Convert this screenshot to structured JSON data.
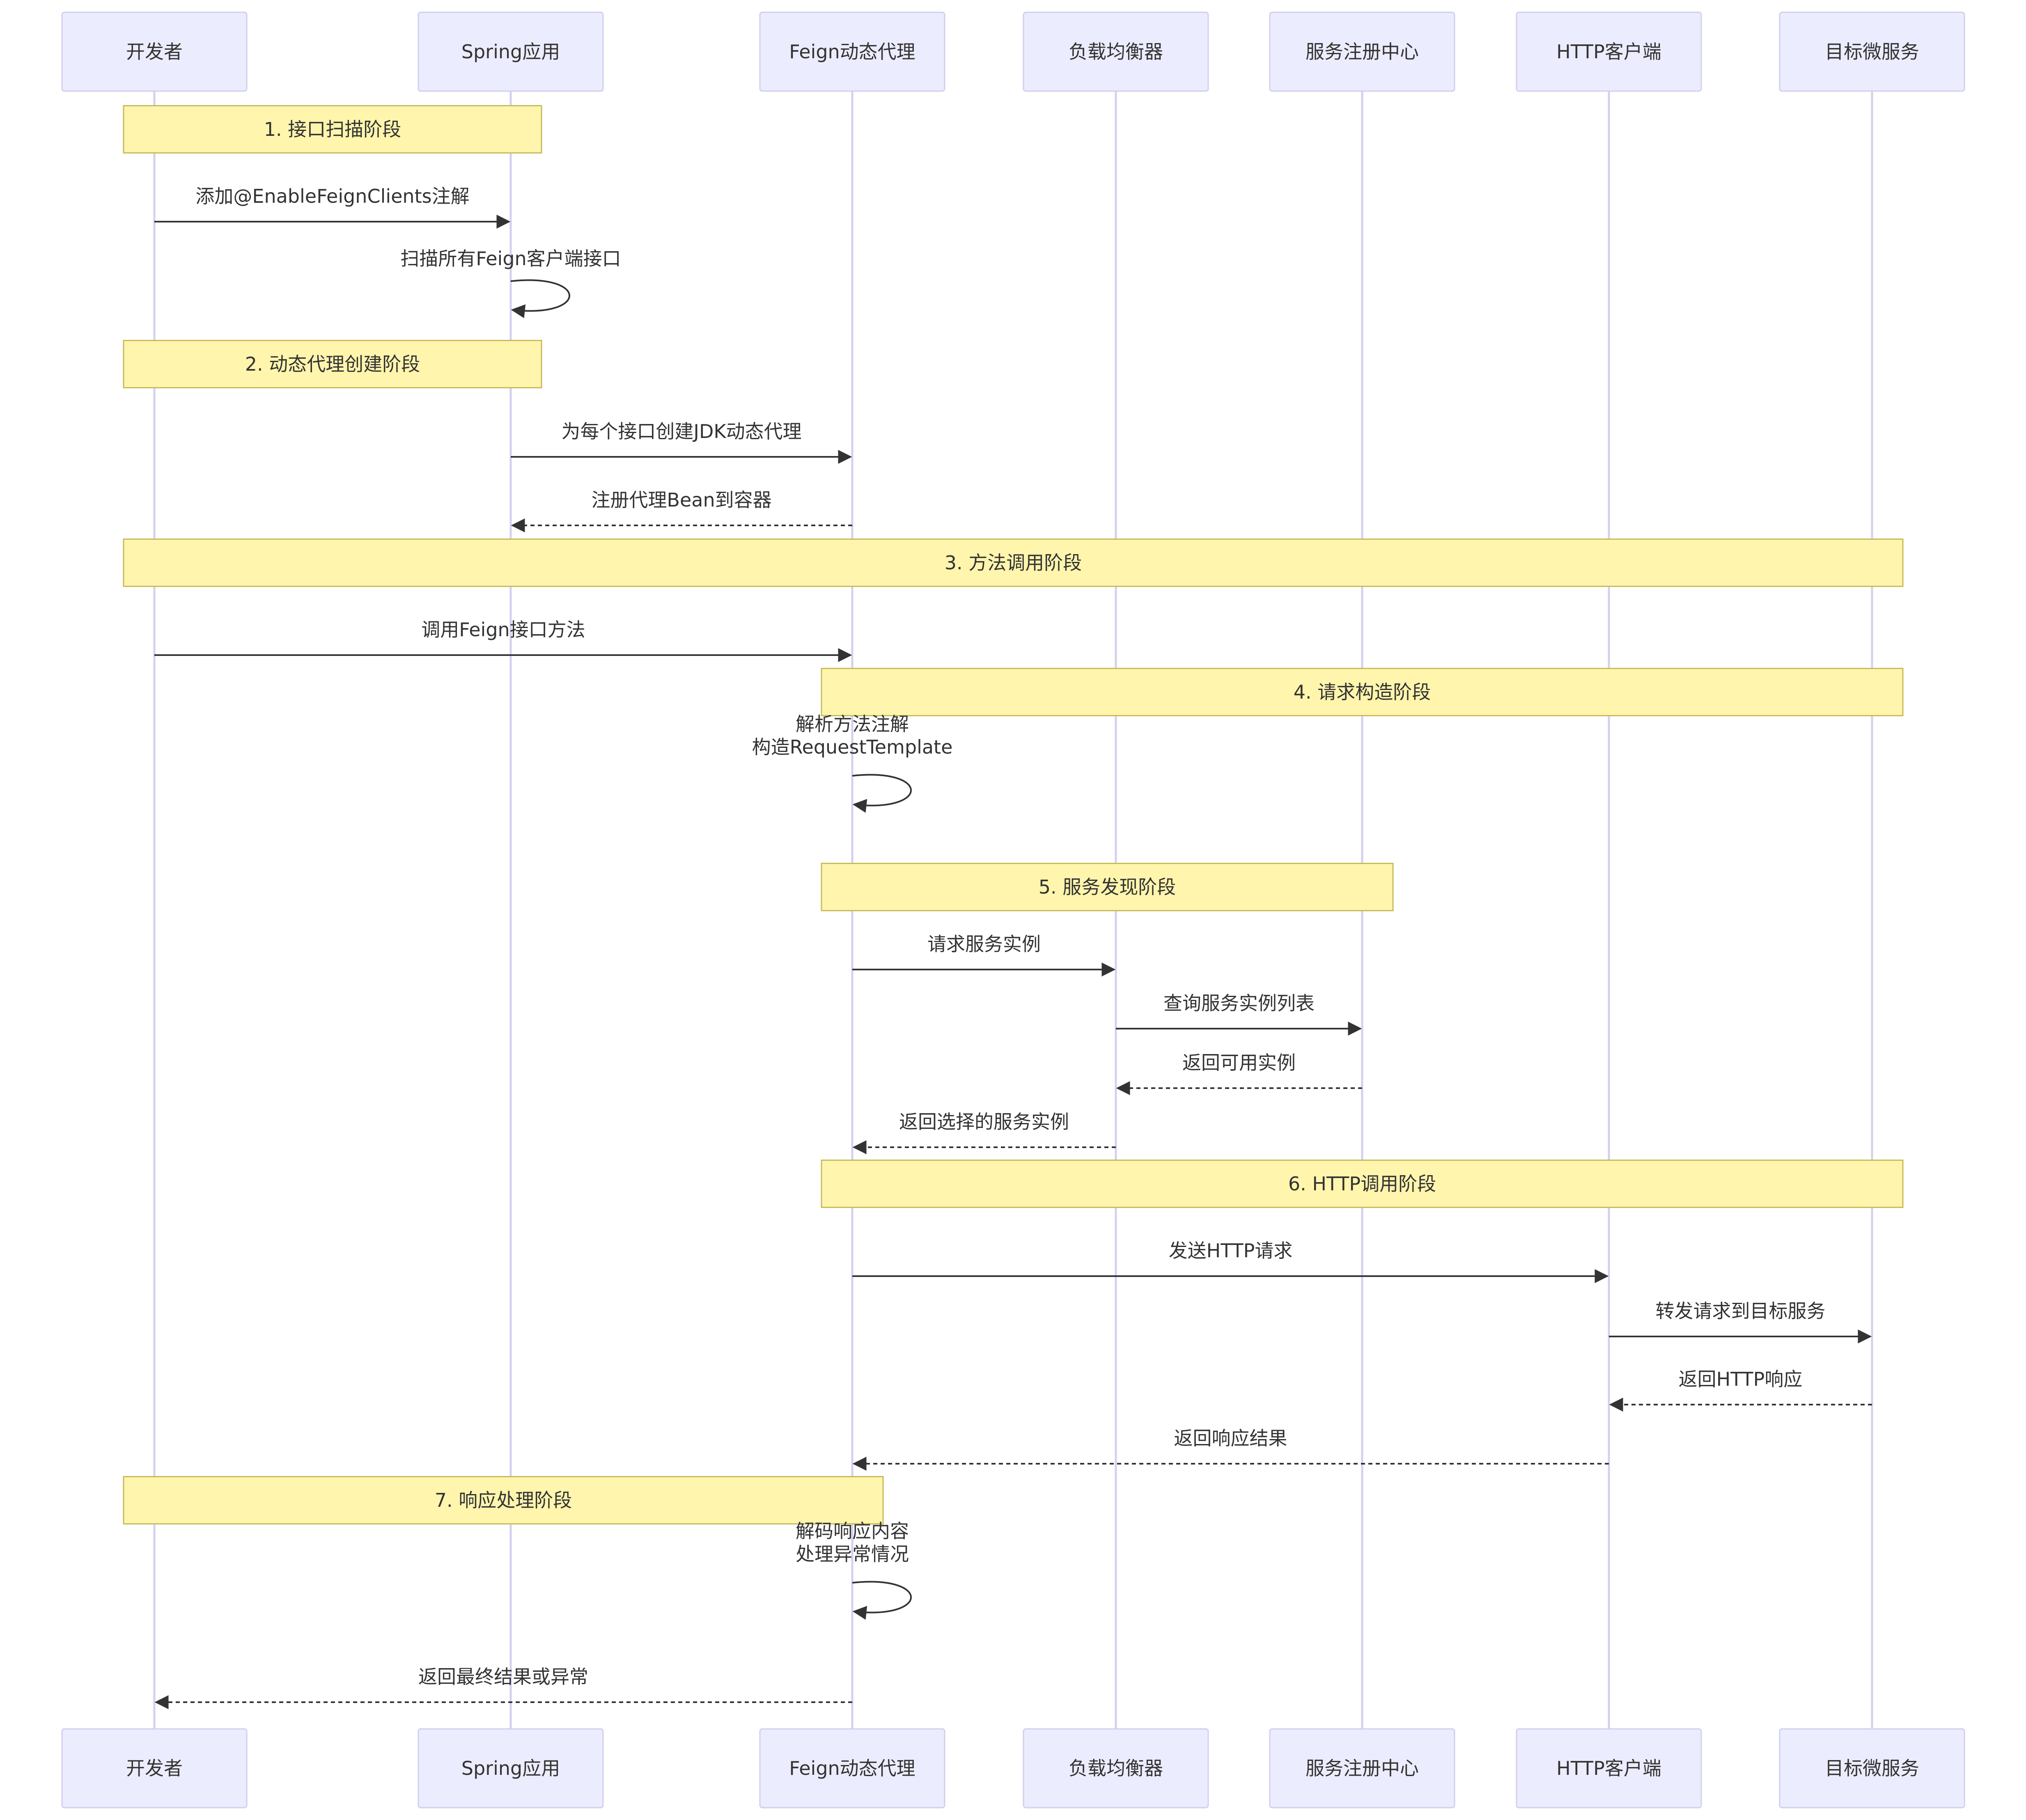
{
  "diagram": {
    "type": "sequence",
    "colors": {
      "actor_fill": "#ececff",
      "actor_stroke": "#cfcfee",
      "lifeline": "#d3d0ee",
      "note_fill": "#fff5ad",
      "note_stroke": "#c7bb5a",
      "arrow": "#333333",
      "text": "#333333"
    },
    "actors": [
      {
        "id": "dev",
        "label": "开发者"
      },
      {
        "id": "spring",
        "label": "Spring应用"
      },
      {
        "id": "proxy",
        "label": "Feign动态代理"
      },
      {
        "id": "lb",
        "label": "负载均衡器"
      },
      {
        "id": "registry",
        "label": "服务注册中心"
      },
      {
        "id": "http",
        "label": "HTTP客户端"
      },
      {
        "id": "target",
        "label": "目标微服务"
      }
    ],
    "steps": [
      {
        "kind": "note",
        "text": "1. 接口扫描阶段",
        "over": [
          "dev",
          "spring"
        ]
      },
      {
        "kind": "message",
        "from": "dev",
        "to": "spring",
        "text": "添加@EnableFeignClients注解",
        "style": "solid"
      },
      {
        "kind": "self",
        "actor": "spring",
        "text": "扫描所有Feign客户端接口"
      },
      {
        "kind": "note",
        "text": "2. 动态代理创建阶段",
        "over": [
          "dev",
          "spring"
        ]
      },
      {
        "kind": "message",
        "from": "spring",
        "to": "proxy",
        "text": "为每个接口创建JDK动态代理",
        "style": "solid"
      },
      {
        "kind": "message",
        "from": "proxy",
        "to": "spring",
        "text": "注册代理Bean到容器",
        "style": "dashed"
      },
      {
        "kind": "note",
        "text": "3. 方法调用阶段",
        "over": [
          "dev",
          "target"
        ]
      },
      {
        "kind": "message",
        "from": "dev",
        "to": "proxy",
        "text": "调用Feign接口方法",
        "style": "solid"
      },
      {
        "kind": "note",
        "text": "4. 请求构造阶段",
        "over": [
          "proxy",
          "target"
        ]
      },
      {
        "kind": "self",
        "actor": "proxy",
        "lines": [
          "解析方法注解",
          "构造RequestTemplate"
        ]
      },
      {
        "kind": "note",
        "text": "5. 服务发现阶段",
        "over": [
          "proxy",
          "registry"
        ]
      },
      {
        "kind": "message",
        "from": "proxy",
        "to": "lb",
        "text": "请求服务实例",
        "style": "solid"
      },
      {
        "kind": "message",
        "from": "lb",
        "to": "registry",
        "text": "查询服务实例列表",
        "style": "solid"
      },
      {
        "kind": "message",
        "from": "registry",
        "to": "lb",
        "text": "返回可用实例",
        "style": "dashed"
      },
      {
        "kind": "message",
        "from": "lb",
        "to": "proxy",
        "text": "返回选择的服务实例",
        "style": "dashed"
      },
      {
        "kind": "note",
        "text": "6. HTTP调用阶段",
        "over": [
          "proxy",
          "target"
        ]
      },
      {
        "kind": "message",
        "from": "proxy",
        "to": "http",
        "text": "发送HTTP请求",
        "style": "solid"
      },
      {
        "kind": "message",
        "from": "http",
        "to": "target",
        "text": "转发请求到目标服务",
        "style": "solid"
      },
      {
        "kind": "message",
        "from": "target",
        "to": "http",
        "text": "返回HTTP响应",
        "style": "dashed"
      },
      {
        "kind": "message",
        "from": "http",
        "to": "proxy",
        "text": "返回响应结果",
        "style": "dashed"
      },
      {
        "kind": "note",
        "text": "7. 响应处理阶段",
        "over": [
          "dev",
          "proxy"
        ]
      },
      {
        "kind": "self",
        "actor": "proxy",
        "lines": [
          "解码响应内容",
          "处理异常情况"
        ]
      },
      {
        "kind": "message",
        "from": "proxy",
        "to": "dev",
        "text": "返回最终结果或异常",
        "style": "dashed"
      }
    ]
  }
}
